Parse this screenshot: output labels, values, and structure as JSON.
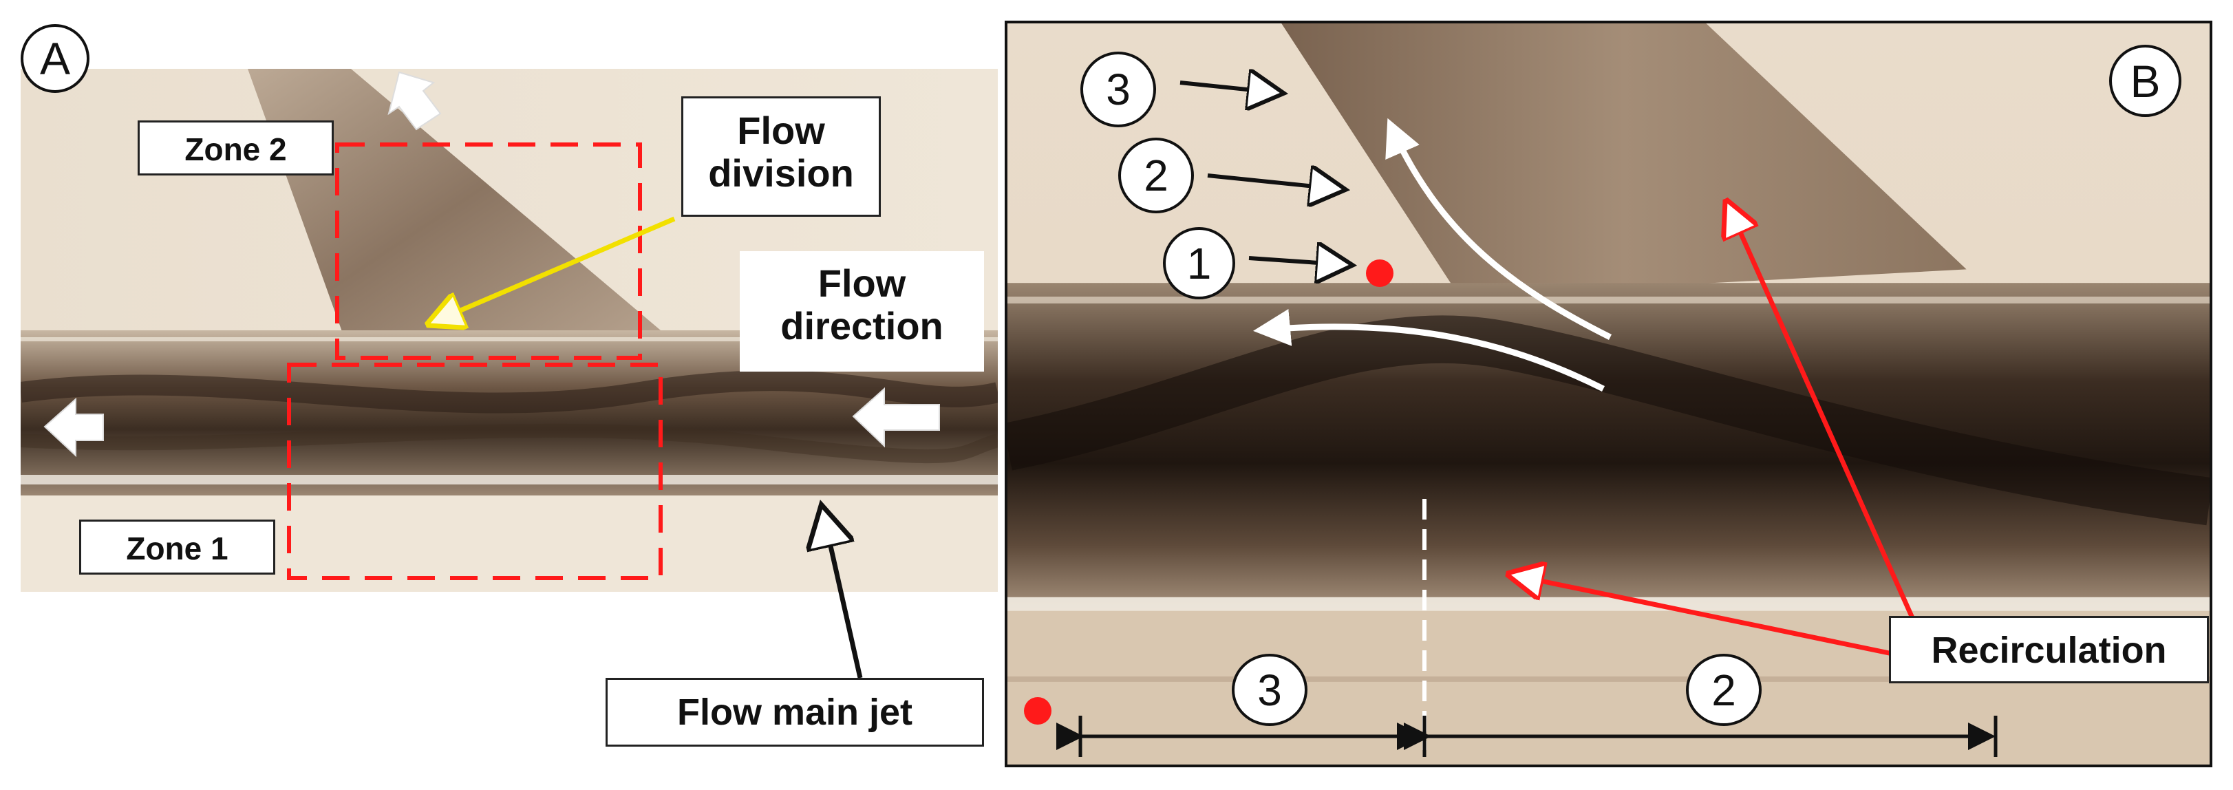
{
  "panel_a": {
    "letter": "A",
    "zone_1": "Zone 1",
    "zone_2": "Zone 2",
    "flow_division": "Flow division",
    "flow_direction": "Flow direction",
    "flow_main_jet": "Flow main jet"
  },
  "panel_b": {
    "letter": "B",
    "markers": [
      "1",
      "2",
      "3"
    ],
    "segment_labels": [
      "3",
      "2"
    ],
    "recirculation": "Recirculation"
  }
}
